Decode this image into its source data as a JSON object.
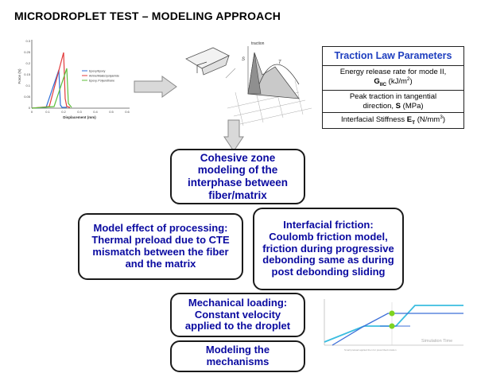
{
  "title": "MICRODROPLET TEST – MODELING APPROACH",
  "force_plot": {
    "ylabel": "Force (N)",
    "xlabel": "Displacement (mm)",
    "yticks": [
      "0.3",
      "0.25",
      "0.2",
      "0.15",
      "0.1",
      "0.05",
      "0"
    ],
    "xticks": [
      "0",
      "0.1",
      "0.2",
      "0.3",
      "0.4",
      "0.5",
      "0.6"
    ],
    "legend": [
      "Epoxy/Epoxy",
      "Amine/Maleic/polyamide",
      "Epoxy, Polyurethane"
    ],
    "colors": [
      "#2e6fd8",
      "#e23b3b",
      "#5cbf3a"
    ]
  },
  "traction_plot": {
    "label_top": "traction",
    "label_s": "S",
    "label_t": "T"
  },
  "params_table": {
    "header": "Traction Law Parameters",
    "row1_a": "Energy release rate for mode II,",
    "row1_sym": "G",
    "row1_sub": "IIC",
    "row1_unit": " (kJ/m",
    "row1_sup": "2",
    "row1_end": ")",
    "row2_a": "Peak traction in tangential",
    "row2_b": "direction, ",
    "row2_sym": "S",
    "row2_unit": " (MPa)",
    "row3_a": "Interfacial Stiffness ",
    "row3_sym": "E",
    "row3_sub": "T",
    "row3_unit": " (N/mm",
    "row3_sup": "3",
    "row3_end": ")"
  },
  "boxes": {
    "cohesive": "Cohesive zone modeling of the interphase between fiber/matrix",
    "model_effect": "Model effect of processing: Thermal preload due to CTE mismatch between the fiber and the matrix",
    "friction": "Interfacial friction: Coulomb friction model, friction during progressive debonding same as during post debonding sliding",
    "loading": "Mechanical loading: Constant velocity applied to the droplet",
    "mechanisms": "Modeling the mechanisms"
  },
  "sim_plot": {
    "xlabel": "Simulation Time",
    "note": "Small preload applied then for prescribed rotation"
  },
  "colors": {
    "box_text": "#0a0aa0",
    "table_header": "#1f3fbf",
    "arrow_fill": "#d9d9d9",
    "sim_line1": "#3bbde0",
    "sim_line2": "#3c6fd8",
    "sim_dot": "#7ed321"
  }
}
